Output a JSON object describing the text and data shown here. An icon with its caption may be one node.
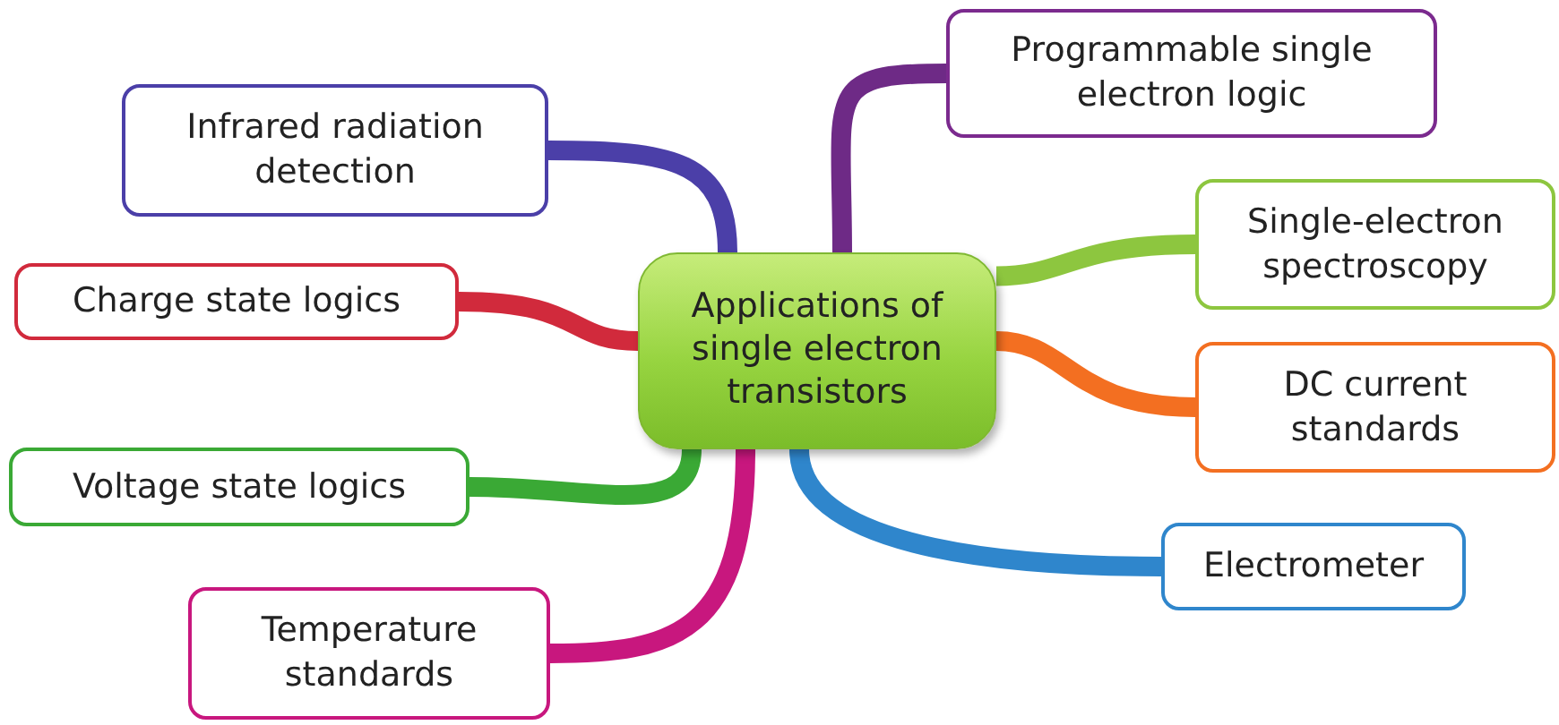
{
  "diagram": {
    "nodes": [
      {
        "text": [
          "Applications of single electron transistors"
        ]
      },
      {
        "text": [
          "Infrared radiation detection"
        ]
      },
      {
        "text": [
          "Programmable single electron logic"
        ]
      },
      {
        "text": [
          "Single-electron spectroscopy"
        ]
      },
      {
        "text": [
          "Charge state logics"
        ]
      },
      {
        "text": [
          "DC current standards"
        ]
      },
      {
        "text": [
          "Voltage state logics"
        ]
      },
      {
        "text": [
          "Electrometer"
        ]
      },
      {
        "text": [
          "Temperature standards"
        ]
      }
    ],
    "edges": [
      {
        "from": 0,
        "to": 1,
        "arrow": "none",
        "color": "#4b3fa8"
      },
      {
        "from": 0,
        "to": 2,
        "arrow": "none",
        "color": "#6e2a86"
      },
      {
        "from": 0,
        "to": 3,
        "arrow": "none",
        "color": "#8dc63f"
      },
      {
        "from": 0,
        "to": 4,
        "arrow": "none",
        "color": "#d12a3c"
      },
      {
        "from": 0,
        "to": 5,
        "arrow": "none",
        "color": "#f36f21"
      },
      {
        "from": 0,
        "to": 6,
        "arrow": "none",
        "color": "#3aa935"
      },
      {
        "from": 0,
        "to": 7,
        "arrow": "none",
        "color": "#2f86cc"
      },
      {
        "from": 0,
        "to": 8,
        "arrow": "none",
        "color": "#c8177e"
      }
    ]
  }
}
